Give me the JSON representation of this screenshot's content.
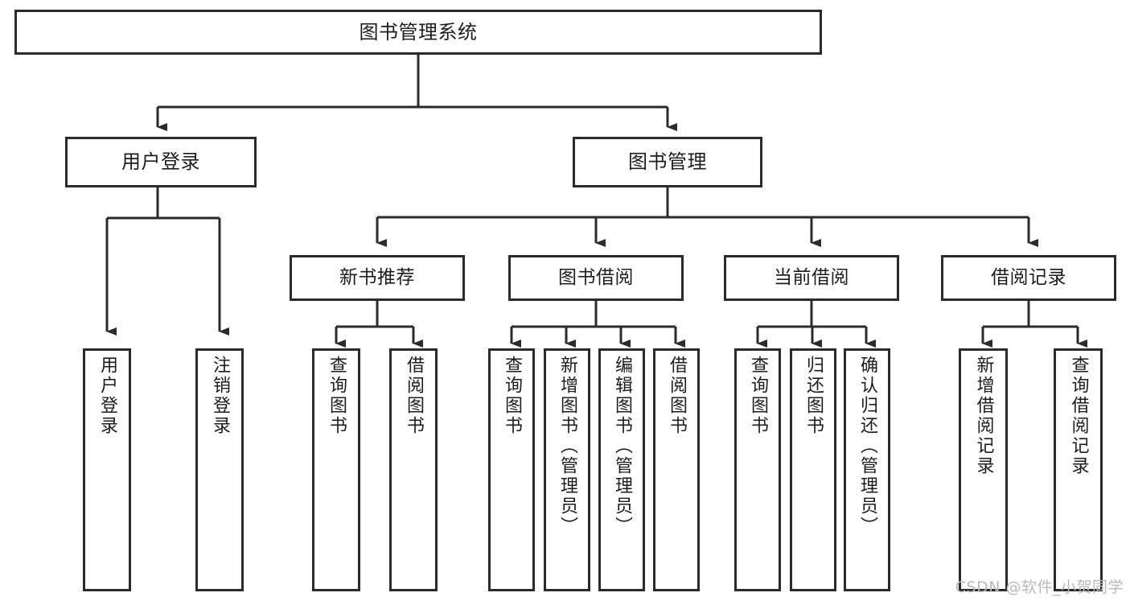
{
  "diagram": {
    "title": "图书管理系统",
    "type": "tree-hierarchy-diagram",
    "colors": {
      "border": "#2b2b2b",
      "fill": "#ffffff",
      "text": "#1d1d1d",
      "background": "#ffffff",
      "watermark": "#b9b9b9"
    },
    "watermark": "CSDN @软件_小贺同学",
    "nodes": {
      "root": {
        "label": "图书管理系统"
      },
      "level1": [
        {
          "id": "user-login",
          "label": "用户登录"
        },
        {
          "id": "book-management",
          "label": "图书管理"
        }
      ],
      "level2": [
        {
          "id": "new-book-recommend",
          "label": "新书推荐"
        },
        {
          "id": "book-borrow",
          "label": "图书借阅"
        },
        {
          "id": "current-borrow",
          "label": "当前借阅"
        },
        {
          "id": "borrow-record",
          "label": "借阅记录"
        }
      ],
      "leaves": {
        "user-login": [
          {
            "id": "leaf-user-login",
            "label": "用户登录"
          },
          {
            "id": "leaf-logout-login",
            "label": "注销登录"
          }
        ],
        "new-book-recommend": [
          {
            "id": "leaf-query-book-1",
            "label": "查询图书"
          },
          {
            "id": "leaf-borrow-book-1",
            "label": "借阅图书"
          }
        ],
        "book-borrow": [
          {
            "id": "leaf-query-book-2",
            "label": "查询图书"
          },
          {
            "id": "leaf-add-book",
            "label": "新增图书（管理员）"
          },
          {
            "id": "leaf-edit-book",
            "label": "编辑图书（管理员）"
          },
          {
            "id": "leaf-borrow-book-2",
            "label": "借阅图书"
          }
        ],
        "current-borrow": [
          {
            "id": "leaf-query-book-3",
            "label": "查询图书"
          },
          {
            "id": "leaf-return-book",
            "label": "归还图书"
          },
          {
            "id": "leaf-confirm-return",
            "label": "确认归还（管理员）"
          }
        ],
        "borrow-record": [
          {
            "id": "leaf-add-record",
            "label": "新增借阅记录"
          },
          {
            "id": "leaf-query-record",
            "label": "查询借阅记录"
          }
        ]
      }
    }
  }
}
